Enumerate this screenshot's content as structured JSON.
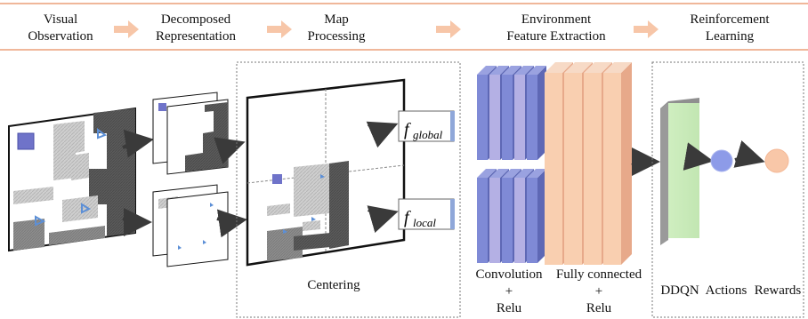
{
  "stages": {
    "visual_observation": [
      "Visual",
      "Observation"
    ],
    "decomposed_representation": [
      "Decomposed",
      "Representation"
    ],
    "map_processing": [
      "Map",
      "Processing"
    ],
    "environment_feature_extraction": [
      "Environment",
      "Feature Extraction"
    ],
    "reinforcement_learning": [
      "Reinforcement",
      "Learning"
    ]
  },
  "labels": {
    "f_global": "global",
    "f_local": "local",
    "f_symbol": "f",
    "centering": "Centering",
    "convolution": [
      "Convolution",
      "+",
      "Relu"
    ],
    "fully_connected": [
      "Fully connected",
      "+",
      "Relu"
    ],
    "ddqn": "DDQN",
    "actions": "Actions",
    "rewards": "Rewards"
  },
  "colors": {
    "header_line": "#f0b79a",
    "stage_arrow": "#f7c6a8",
    "conv_blue": "#7f8ad6",
    "conv_lavender": "#b4b0e4",
    "fc_peach": "#f9cfb0",
    "ddqn_green": "#cfeec0",
    "action_blue": "#8d9be8",
    "reward_peach": "#f8c7a8",
    "agent_marker": "#6f73c9",
    "target_triangle": "#5c8fd6"
  }
}
